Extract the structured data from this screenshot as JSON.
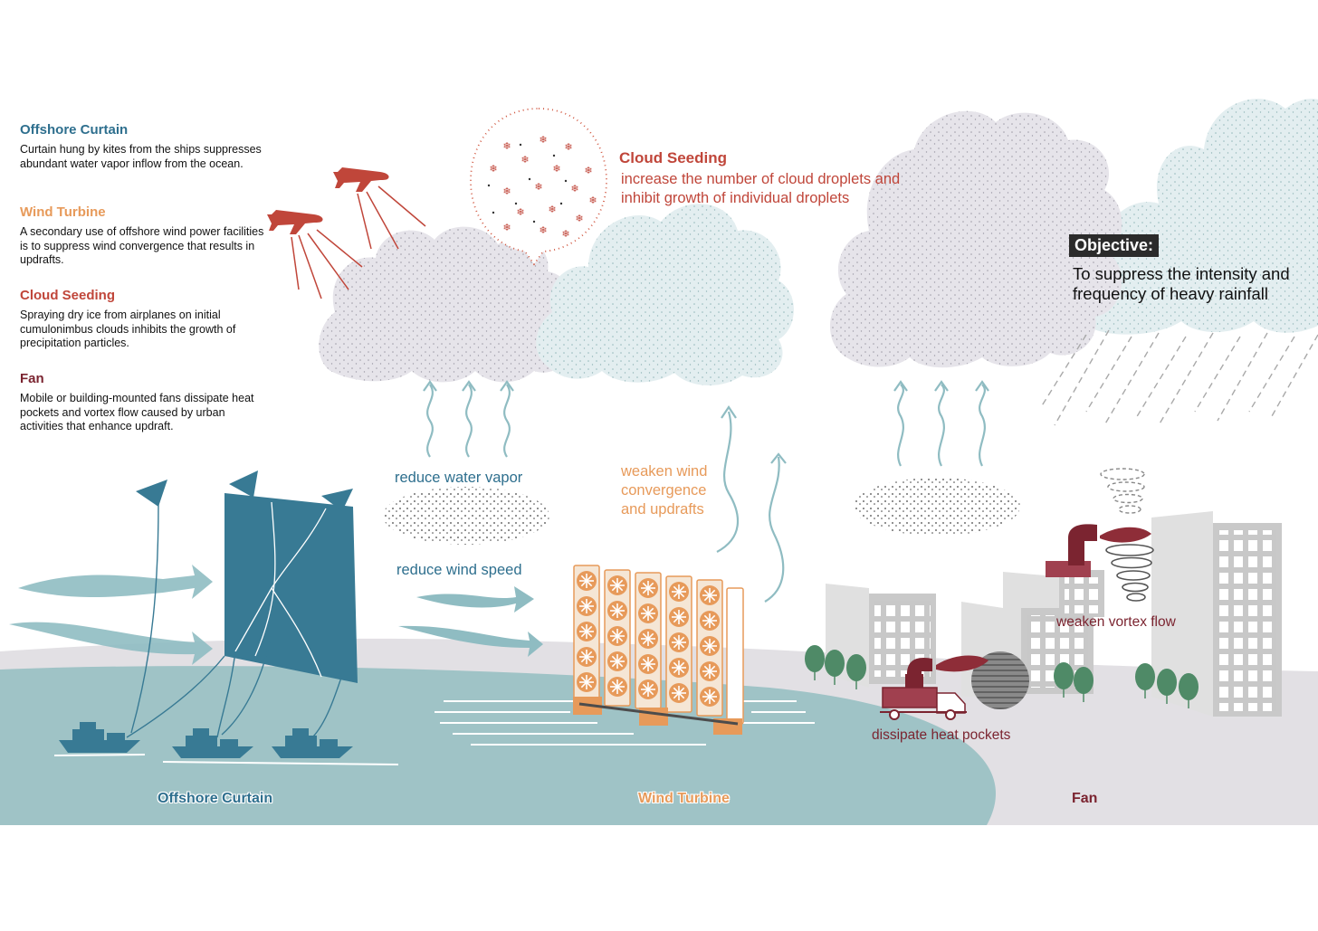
{
  "legend": [
    {
      "title": "Offshore Curtain",
      "color": "#2e6f8e",
      "text": "Curtain hung by kites from the ships suppresses abundant water vapor inflow from the ocean."
    },
    {
      "title": "Wind Turbine",
      "color": "#e79a5a",
      "text": "A secondary use of offshore wind power facilities is to suppress wind convergence that results in updrafts."
    },
    {
      "title": "Cloud Seeding",
      "color": "#c0463a",
      "text": "Spraying dry ice from airplanes on initial cumulonimbus clouds inhibits the growth of precipitation particles."
    },
    {
      "title": "Fan",
      "color": "#7b2430",
      "text": "Mobile or building-mounted fans dissipate heat pockets and vortex flow caused by urban activities that enhance updraft."
    }
  ],
  "cloud_seeding": {
    "title": "Cloud Seeding",
    "line1": "increase the number of cloud droplets and",
    "line2": "inhibit growth of individual droplets"
  },
  "objective": {
    "badge": "Objective:",
    "line1": "To suppress the intensity and",
    "line2": "frequency of heavy rainfall"
  },
  "annotations": {
    "reduce_water_vapor": "reduce water vapor",
    "reduce_wind_speed": "reduce wind speed",
    "weaken_wind_1": "weaken wind",
    "weaken_wind_2": "convergence",
    "weaken_wind_3": "and updrafts",
    "weaken_vortex_flow": "weaken vortex flow",
    "dissipate_heat_pockets": "dissipate heat pockets"
  },
  "bottom_labels": {
    "offshore_curtain": "Offshore Curtain",
    "wind_turbine": "Wind Turbine",
    "fan": "Fan"
  },
  "colors": {
    "teal": "#2e6f8e",
    "light_teal": "#8fbcc2",
    "sea": "#9fc3c6",
    "orange": "#e79a5a",
    "red": "#c0463a",
    "maroon": "#7b2430",
    "ground": "#e2e0e4",
    "cloud_gray": "#e6e4ea",
    "cloud_teal": "#e3eef0",
    "building": "#c9c9c9",
    "tree": "#4f8a67"
  }
}
